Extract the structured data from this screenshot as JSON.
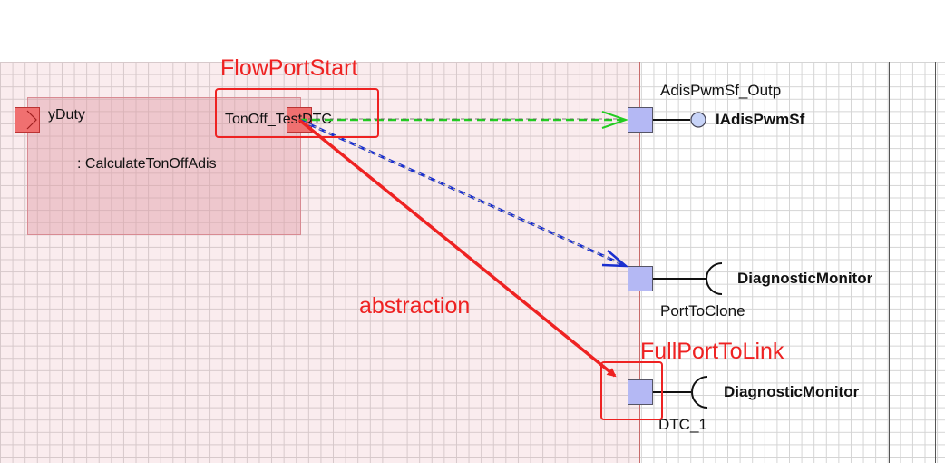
{
  "diagram": {
    "part": {
      "name": ": CalculateTonOffAdis",
      "port_left": "yDuty",
      "port_right": "TonOff_TestDTC"
    },
    "ports": [
      {
        "port_label": "AdisPwmSf_Outp",
        "interface": "IAdisPwmSf",
        "kind": "provided"
      },
      {
        "port_label": "PortToClone",
        "interface": "DiagnosticMonitor",
        "kind": "required"
      },
      {
        "port_label": "DTC_1",
        "interface": "DiagnosticMonitor",
        "kind": "required"
      }
    ],
    "annotations": {
      "flow_port_start": "FlowPortStart",
      "abstraction": "abstraction",
      "full_port_to_link": "FullPortToLink"
    }
  },
  "colors": {
    "annotation": "#ee2222",
    "flow_arrow": "#22cc22",
    "clone_arrow": "#1a2fd0",
    "port_blue": "#b4b8f4",
    "port_red": "#f07070"
  }
}
